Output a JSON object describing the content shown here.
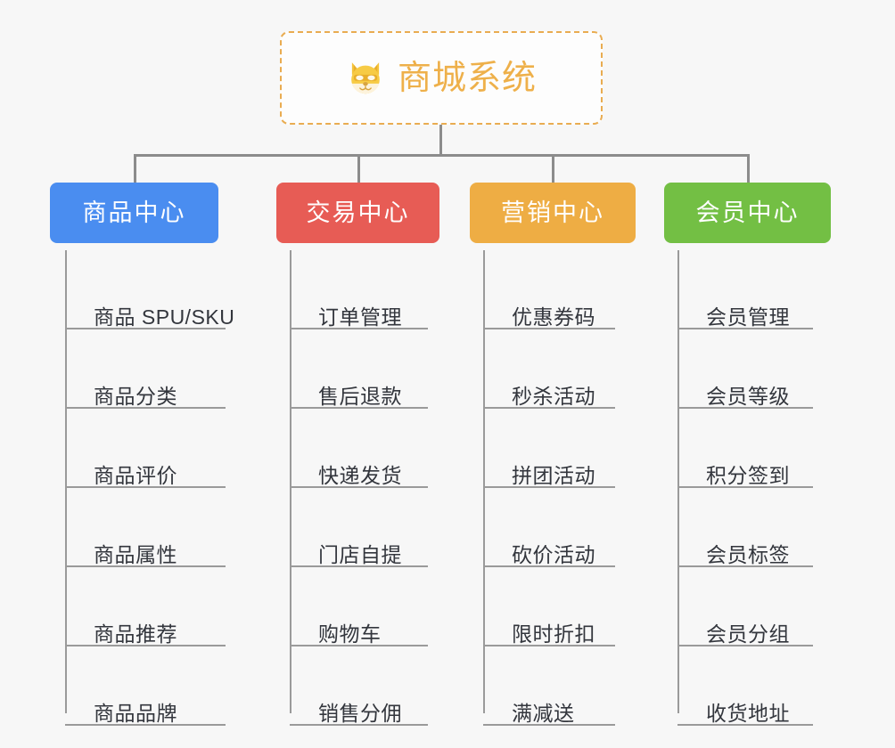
{
  "diagram": {
    "type": "mind-map",
    "background_color": "#f7f7f7",
    "connector_color": "#8c8c8c",
    "root": {
      "label": "商城系统",
      "icon": "dog-face-icon",
      "text_color": "#eeb04a",
      "border_color": "#e9ac51",
      "background_color": "#fdfdfd"
    },
    "branches": [
      {
        "label": "商品中心",
        "color": "#4a8df0",
        "leaves": [
          "商品 SPU/SKU",
          "商品分类",
          "商品评价",
          "商品属性",
          "商品推荐",
          "商品品牌"
        ]
      },
      {
        "label": "交易中心",
        "color": "#e75c55",
        "leaves": [
          "订单管理",
          "售后退款",
          "快递发货",
          "门店自提",
          "购物车",
          "销售分佣"
        ]
      },
      {
        "label": "营销中心",
        "color": "#eead44",
        "leaves": [
          "优惠券码",
          "秒杀活动",
          "拼团活动",
          "砍价活动",
          "限时折扣",
          "满减送"
        ]
      },
      {
        "label": "会员中心",
        "color": "#73bf44",
        "leaves": [
          "会员管理",
          "会员等级",
          "积分签到",
          "会员标签",
          "会员分组",
          "收货地址"
        ]
      }
    ]
  }
}
